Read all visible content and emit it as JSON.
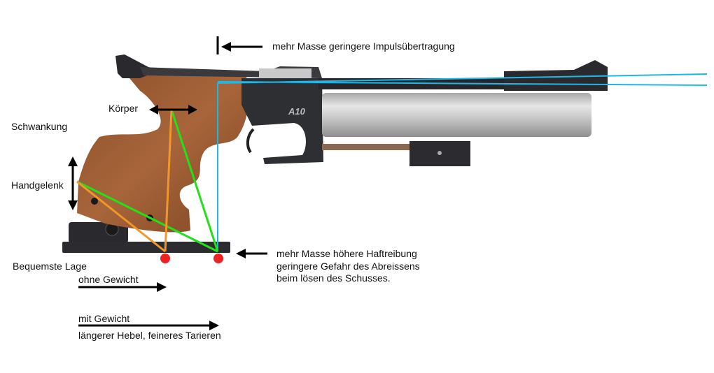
{
  "annotations": {
    "top_note": "mehr Masse geringere Impulsübertragung",
    "koerper": "Körper",
    "schwankung": "Schwankung",
    "handgelenk": "Handgelenk",
    "bequemste_lage": "Bequemste Lage",
    "ohne_gewicht": "ohne Gewicht",
    "mit_gewicht": "mit Gewicht",
    "hebel_note": "längerer Hebel, feineres Tarieren",
    "right_note": [
      "mehr Masse höhere Haftreibung",
      "geringere Gefahr des Abreissens",
      "beim lösen des Schusses."
    ]
  },
  "logo_text": "A10",
  "colors": {
    "sight_line": "#1fb8e6",
    "green_line": "#22e01a",
    "orange_line": "#f0962a",
    "point": "#ee2222",
    "wood": "#9a5a30"
  }
}
